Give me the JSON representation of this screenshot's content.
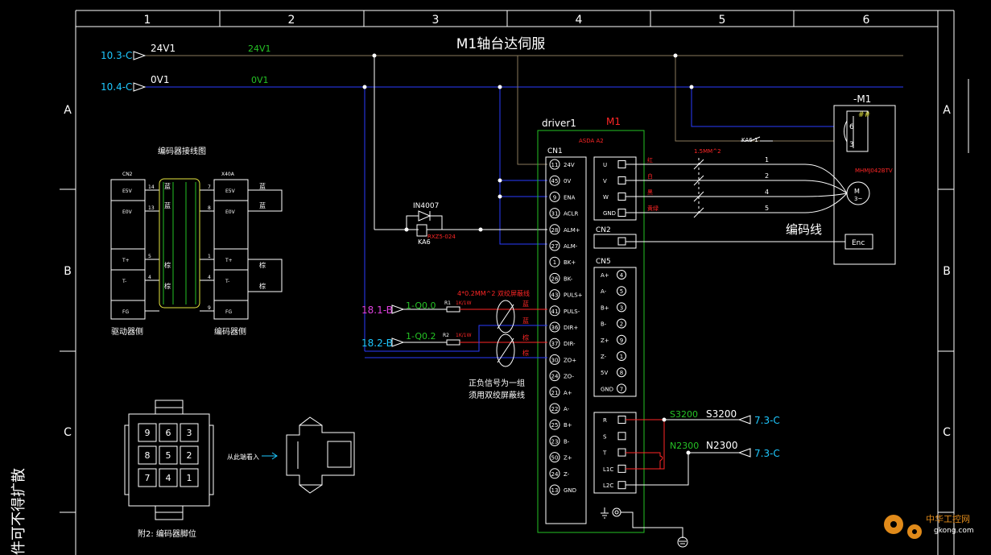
{
  "title": "M1轴台达伺服",
  "column_numbers": [
    "1",
    "2",
    "3",
    "4",
    "5",
    "6"
  ],
  "row_letters": [
    "A",
    "B",
    "C"
  ],
  "power": {
    "v24_ref": "10.3-C",
    "v24_name": "24V1",
    "v24_name_mid": "24V1",
    "v0_ref": "10.4-C",
    "v0_name": "0V1",
    "v0_name_mid": "0V1"
  },
  "driver": {
    "name": "driver1",
    "tag": "M1",
    "model": "ASDA A2",
    "cn1_label": "CN1",
    "cn1_pins": [
      {
        "num": "11",
        "label": "24V"
      },
      {
        "num": "45",
        "label": "0V"
      },
      {
        "num": "9",
        "label": "ENA"
      },
      {
        "num": "31",
        "label": "ACLR"
      },
      {
        "num": "28",
        "label": "ALM+"
      },
      {
        "num": "27",
        "label": "ALM-"
      },
      {
        "num": "1",
        "label": "BK+"
      },
      {
        "num": "26",
        "label": "BK-"
      },
      {
        "num": "43",
        "label": "PULS+"
      },
      {
        "num": "41",
        "label": "PULS-"
      },
      {
        "num": "36",
        "label": "DIR+"
      },
      {
        "num": "37",
        "label": "DIR-"
      },
      {
        "num": "30",
        "label": "ZO+"
      },
      {
        "num": "24",
        "label": "ZO-"
      },
      {
        "num": "21",
        "label": "A+"
      },
      {
        "num": "22",
        "label": "A-"
      },
      {
        "num": "25",
        "label": "B+"
      },
      {
        "num": "23",
        "label": "B-"
      },
      {
        "num": "50",
        "label": "Z+"
      },
      {
        "num": "24",
        "label": "Z-"
      },
      {
        "num": "13",
        "label": "GND"
      }
    ],
    "motor_terms": [
      "U",
      "V",
      "W",
      "GND"
    ],
    "cn2_label": "CN2",
    "cn5_label": "CN5",
    "cn5_pins": [
      {
        "label": "A+",
        "num": "4"
      },
      {
        "label": "A-",
        "num": "5"
      },
      {
        "label": "B+",
        "num": "3"
      },
      {
        "label": "B-",
        "num": "2"
      },
      {
        "label": "Z+",
        "num": "9"
      },
      {
        "label": "Z-",
        "num": "1"
      },
      {
        "label": "5V",
        "num": "8"
      },
      {
        "label": "GND",
        "num": "7"
      }
    ],
    "power_terms": [
      "R",
      "S",
      "T",
      "L1C",
      "L2C"
    ]
  },
  "motor": {
    "tag": "-M1",
    "model": "MHMJ042BTV",
    "wire_colors": [
      "红",
      "白",
      "黑",
      "黄绿"
    ],
    "wire_numbers": [
      "1",
      "2",
      "4",
      "5"
    ],
    "cable_spec": "1.5MM^2",
    "brake_relay": "KA6-1",
    "enc_label": "Enc",
    "brake_pins": [
      "6",
      "3"
    ],
    "brake_mark": "##",
    "motor_symbol": "M\n3~",
    "encoder_cable_label": "编码线"
  },
  "relay": {
    "diode": "IN4007",
    "coil": "KA6",
    "coil_model": "RXZ5-024"
  },
  "signals": {
    "pulse_ref": "18.1-B",
    "pulse_q": "1-Q0.0",
    "dir_ref": "18.2-B",
    "dir_q": "1-Q0.2",
    "r1": "R1",
    "r1_value": "1K/1W",
    "r2": "R2",
    "r2_value": "1K/1W",
    "cable_note": "4*0.2MM^2 双绞屏蔽线",
    "wire_colors": [
      "蓝",
      "蓝",
      "棕",
      "棕"
    ],
    "twist_note_line1": "正负信号为一组",
    "twist_note_line2": "须用双绞屏蔽线"
  },
  "supply": {
    "s_net": "S3200",
    "s_name": "S3200",
    "s_ref": "7.3-C",
    "n_net": "N2300",
    "n_name": "N2300",
    "n_ref": "7.3-C"
  },
  "encoder_wiring": {
    "title": "编码器接线图",
    "left_title": "CN2",
    "right_title": "X40A",
    "left_rows": [
      {
        "pin": "14",
        "label": "E5V"
      },
      {
        "pin": "13",
        "label": "E0V"
      },
      {
        "pin": "5",
        "label": "T+"
      },
      {
        "pin": "4",
        "label": "T-"
      },
      {
        "pin": "",
        "label": "FG"
      }
    ],
    "right_rows": [
      {
        "pin": "7",
        "label": "E5V"
      },
      {
        "pin": "8",
        "label": "E0V"
      },
      {
        "pin": "1",
        "label": "T+"
      },
      {
        "pin": "4",
        "label": "T-"
      },
      {
        "pin": "9",
        "label": "FG"
      }
    ],
    "mid_colors": [
      "蓝",
      "蓝",
      "棕",
      "棕"
    ],
    "right_colors": [
      "蓝",
      "蓝",
      "棕",
      "棕"
    ],
    "left_caption": "驱动器侧",
    "right_caption": "编码器侧"
  },
  "connector": {
    "pins": [
      "9",
      "6",
      "3",
      "8",
      "5",
      "2",
      "7",
      "4",
      "1"
    ],
    "caption": "附2: 编码器脚位",
    "insert_note": "从此端看入"
  },
  "side_text": "件可不得扩散",
  "watermark": {
    "name": "中华工控网",
    "url": "gkong.com"
  },
  "colors": {
    "v24_line": "#8a7a5c",
    "v0_line": "#2a3cff",
    "green": "#25c225",
    "red": "#ff2626",
    "cyan": "#1ec8ff",
    "magenta": "#e040e0",
    "yellow": "#e6e640",
    "white": "#ffffff"
  }
}
